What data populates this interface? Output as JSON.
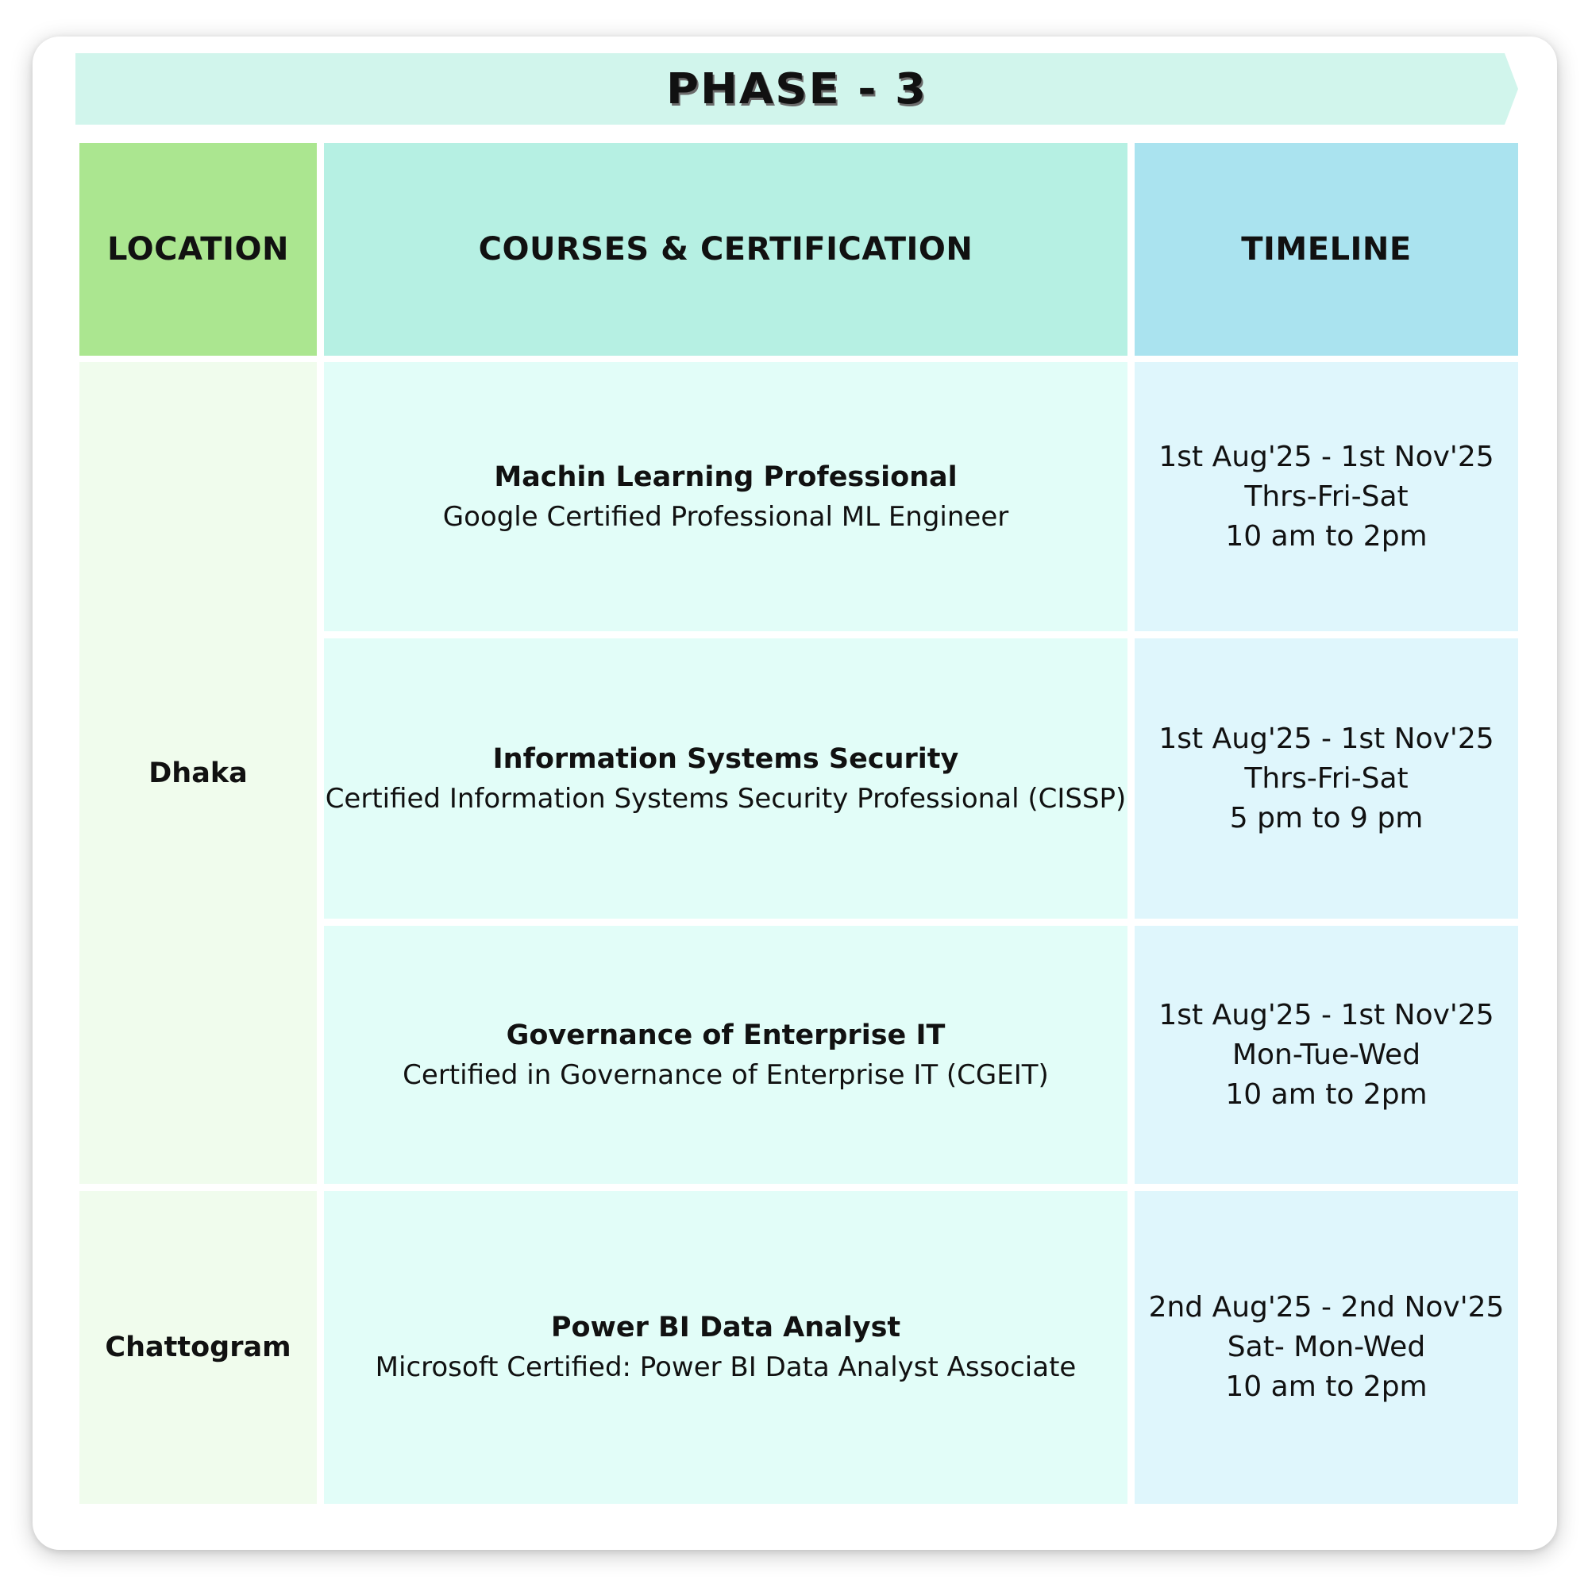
{
  "title": "PHASE - 3",
  "headers": {
    "location": "LOCATION",
    "courses": "COURSES & CERTIFICATION",
    "timeline": "TIMELINE"
  },
  "locations": [
    "Dhaka",
    "Chattogram"
  ],
  "rows": [
    {
      "course": "Machin Learning Professional",
      "certification": "Google Certified Professional ML Engineer",
      "dates": "1st Aug'25 - 1st Nov'25",
      "days": "Thrs-Fri-Sat",
      "hours": "10 am to 2pm"
    },
    {
      "course": "Information Systems Security",
      "certification": "Certified Information Systems Security Professional (CISSP)",
      "dates": "1st Aug'25 - 1st Nov'25",
      "days": "Thrs-Fri-Sat",
      "hours": "5 pm to 9 pm"
    },
    {
      "course": "Governance of Enterprise IT",
      "certification": "Certified in Governance of Enterprise IT (CGEIT)",
      "dates": "1st Aug'25 - 1st Nov'25",
      "days": "Mon-Tue-Wed",
      "hours": "10 am to 2pm"
    },
    {
      "course": "Power BI Data Analyst",
      "certification": "Microsoft Certified: Power BI Data Analyst Associate",
      "dates": "2nd Aug'25 - 2nd Nov'25",
      "days": "Sat- Mon-Wed",
      "hours": "10 am to 2pm"
    }
  ]
}
